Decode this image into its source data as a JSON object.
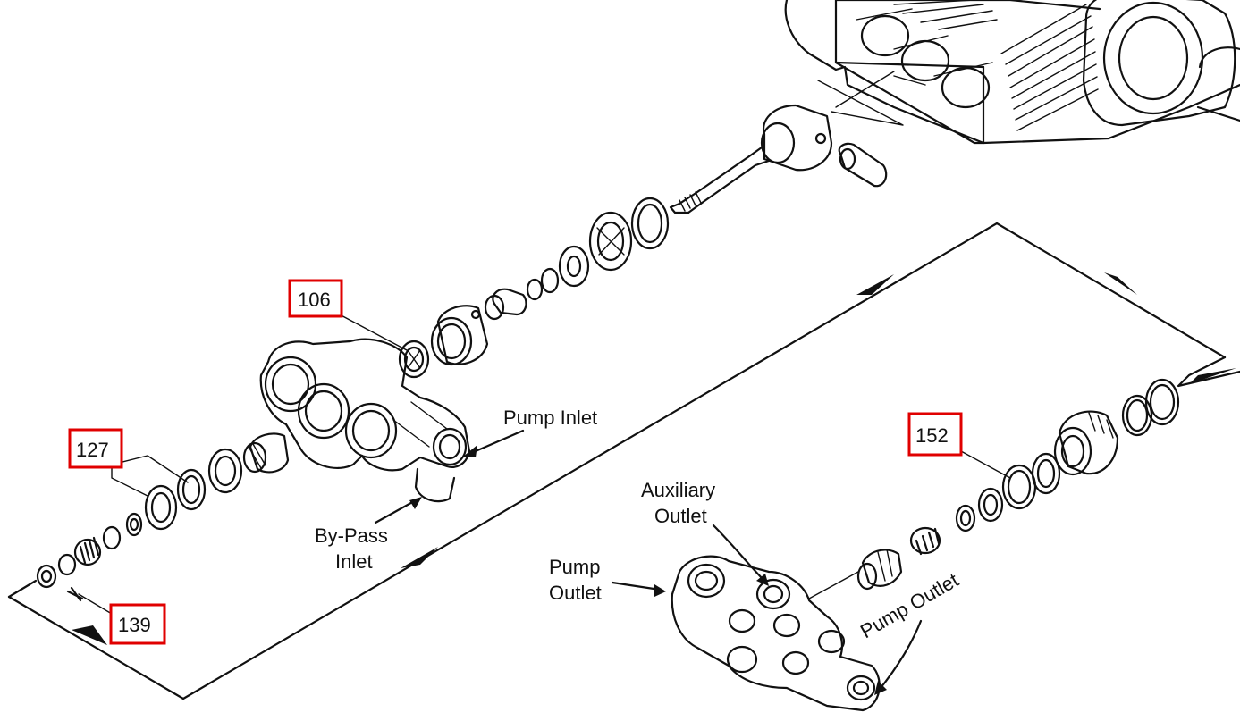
{
  "callouts": {
    "c106": "106",
    "c127": "127",
    "c139": "139",
    "c152": "152"
  },
  "labels": {
    "pump_inlet": "Pump Inlet",
    "bypass_line1": "By-Pass",
    "bypass_line2": "Inlet",
    "aux_line1": "Auxiliary",
    "aux_line2": "Outlet",
    "pump_outlet_line1": "Pump",
    "pump_outlet_line2": "Outlet",
    "pump_outlet_right": "Pump Outlet"
  },
  "colors": {
    "ink": "#111111",
    "callout_border": "#e00000",
    "background": "#ffffff"
  }
}
